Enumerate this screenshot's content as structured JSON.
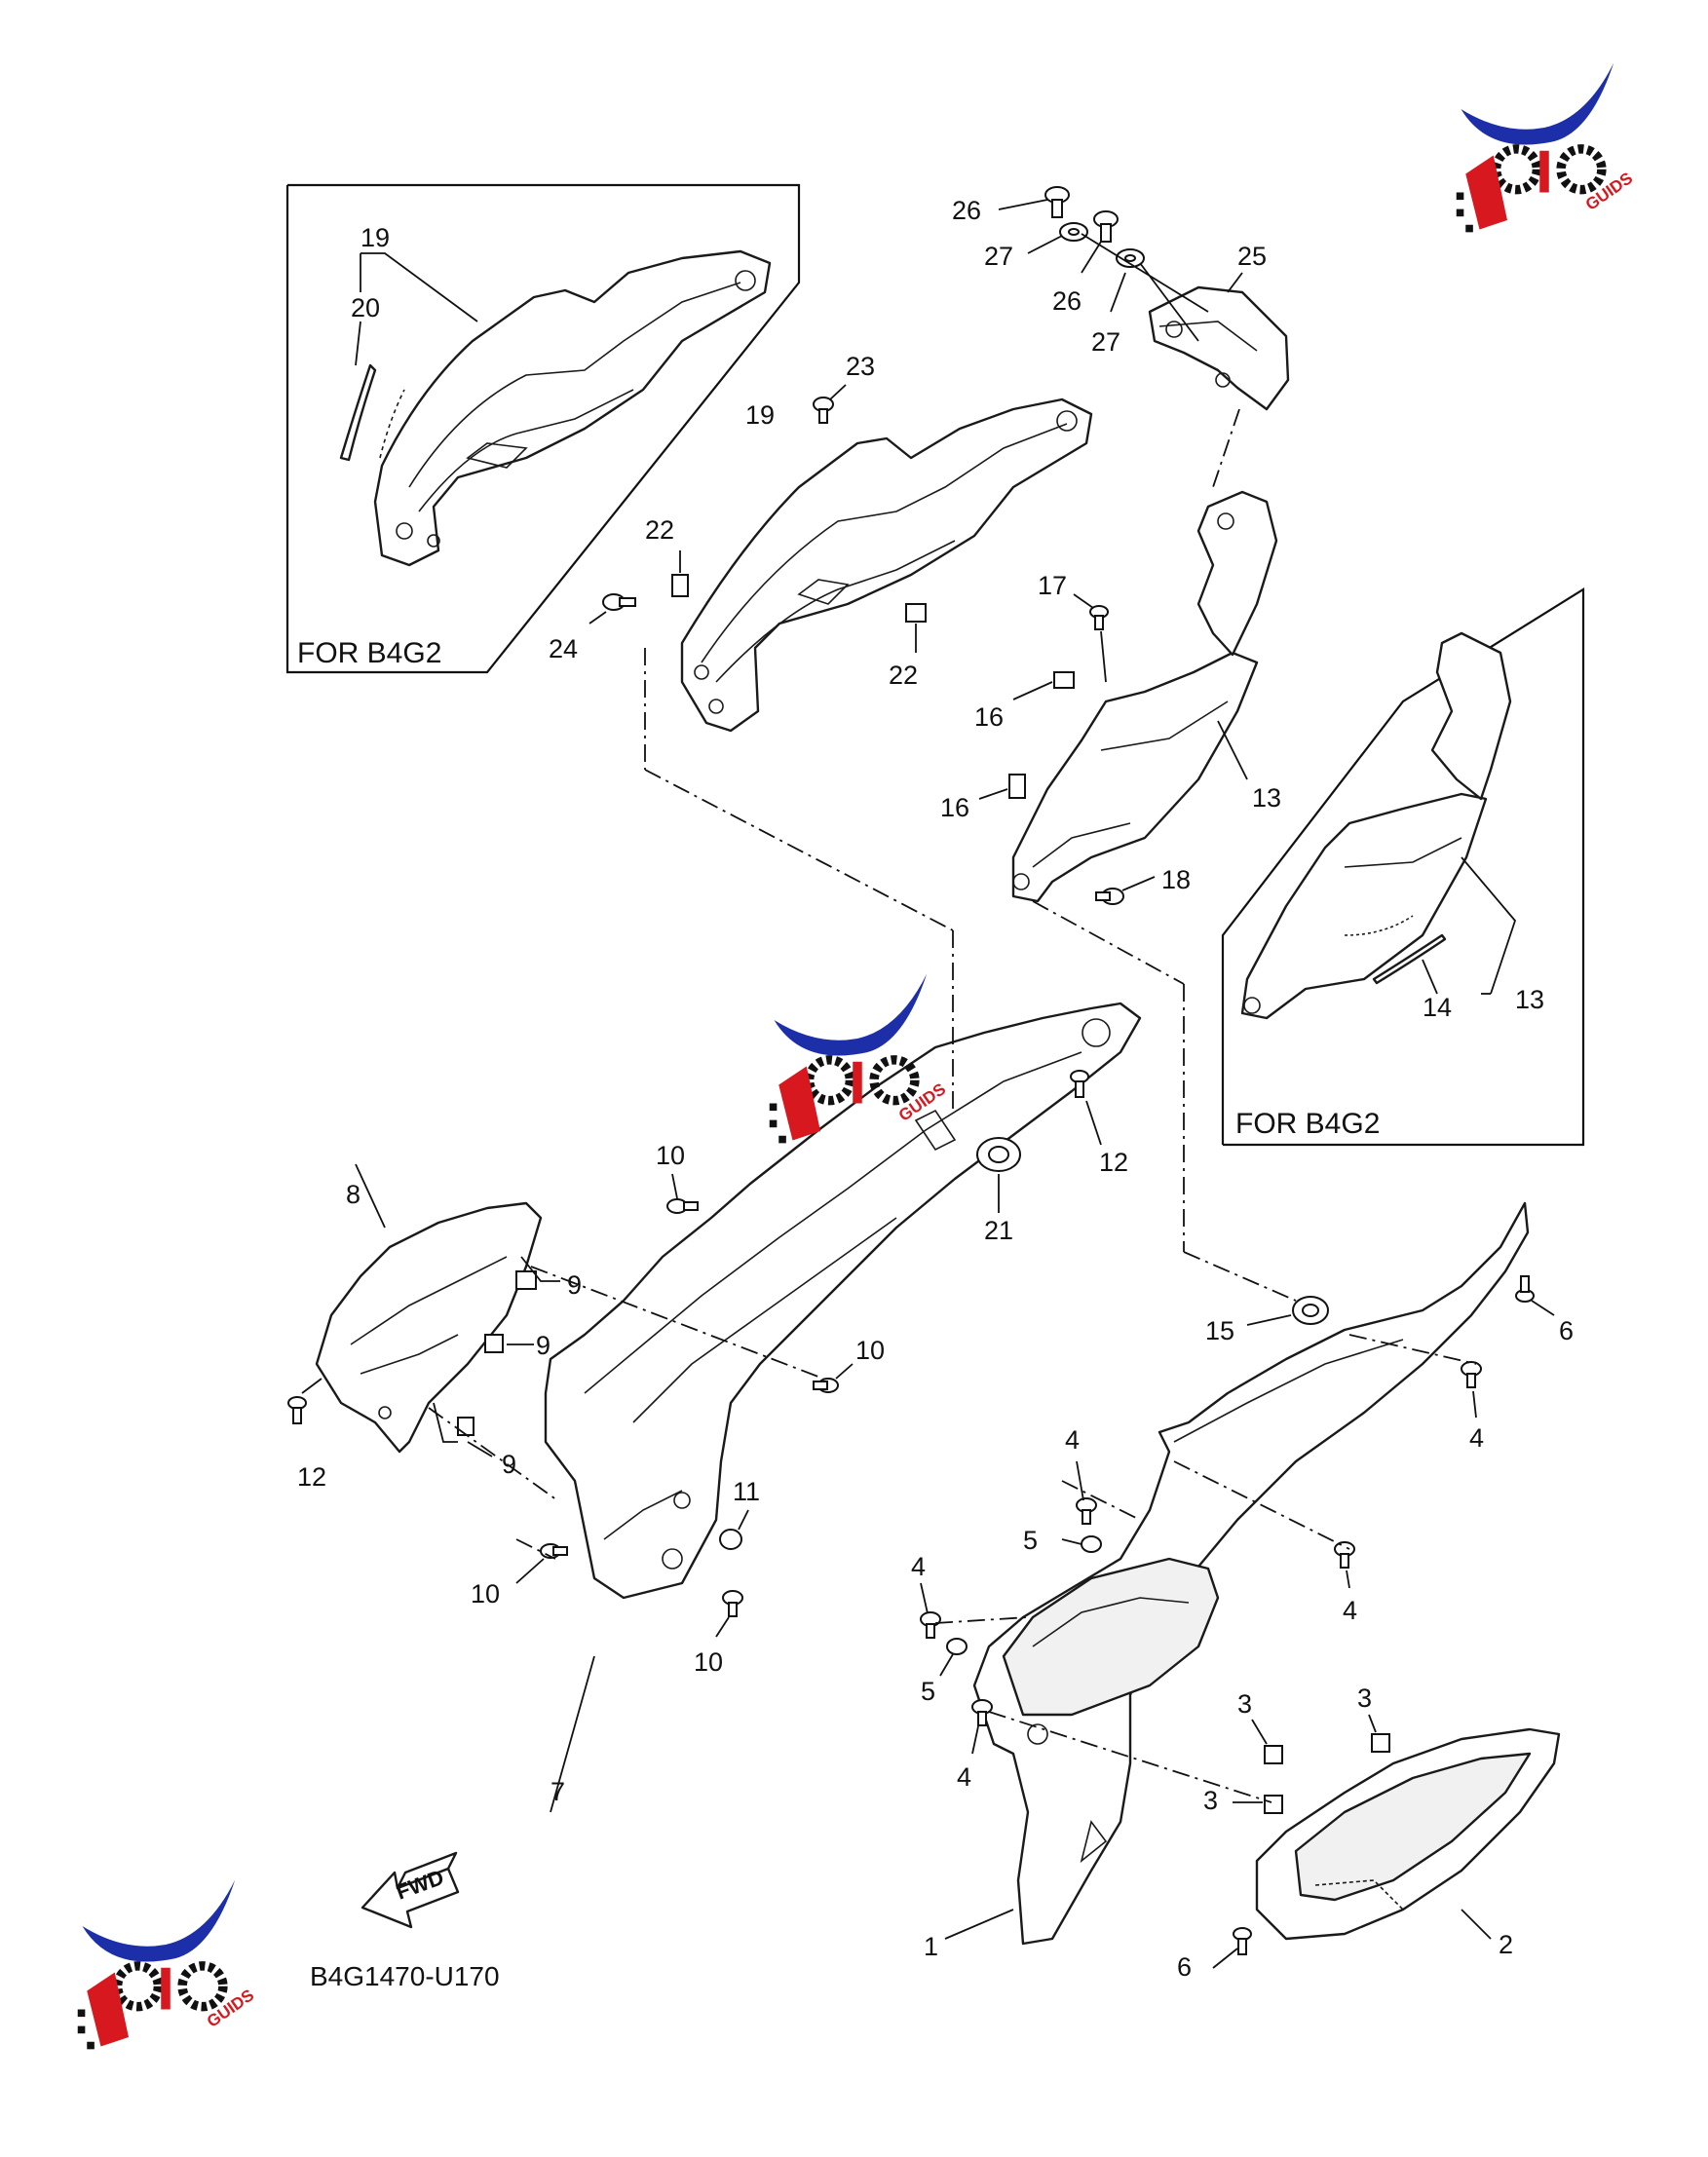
{
  "diagram": {
    "part_code": "B4G1470-U170",
    "fwd_label": "FWD",
    "inset_labels": [
      "FOR B4G2",
      "FOR B4G2"
    ],
    "watermark": {
      "brand_letters": "MOTO",
      "suffix": "GUIDS",
      "colors": {
        "swoosh": "#1d2fa8",
        "red": "#d7191f",
        "gear": "#111111"
      }
    },
    "callouts": [
      {
        "id": "c19a",
        "text": "19"
      },
      {
        "id": "c20",
        "text": "20"
      },
      {
        "id": "c19b",
        "text": "19"
      },
      {
        "id": "c23",
        "text": "23"
      },
      {
        "id": "c22a",
        "text": "22"
      },
      {
        "id": "c22b",
        "text": "22"
      },
      {
        "id": "c24",
        "text": "24"
      },
      {
        "id": "c26a",
        "text": "26"
      },
      {
        "id": "c27a",
        "text": "27"
      },
      {
        "id": "c26b",
        "text": "26"
      },
      {
        "id": "c27b",
        "text": "27"
      },
      {
        "id": "c25",
        "text": "25"
      },
      {
        "id": "c17",
        "text": "17"
      },
      {
        "id": "c16a",
        "text": "16"
      },
      {
        "id": "c16b",
        "text": "16"
      },
      {
        "id": "c13a",
        "text": "13"
      },
      {
        "id": "c18",
        "text": "18"
      },
      {
        "id": "c14",
        "text": "14"
      },
      {
        "id": "c13b",
        "text": "13"
      },
      {
        "id": "c12a",
        "text": "12"
      },
      {
        "id": "c10a",
        "text": "10"
      },
      {
        "id": "c21",
        "text": "21"
      },
      {
        "id": "c8",
        "text": "8"
      },
      {
        "id": "c9a",
        "text": "9"
      },
      {
        "id": "c9b",
        "text": "9"
      },
      {
        "id": "c9c",
        "text": "9"
      },
      {
        "id": "c12b",
        "text": "12"
      },
      {
        "id": "c10b",
        "text": "10"
      },
      {
        "id": "c15",
        "text": "15"
      },
      {
        "id": "c6a",
        "text": "6"
      },
      {
        "id": "c4a",
        "text": "4"
      },
      {
        "id": "c4b",
        "text": "4"
      },
      {
        "id": "c5a",
        "text": "5"
      },
      {
        "id": "c4c",
        "text": "4"
      },
      {
        "id": "c11",
        "text": "11"
      },
      {
        "id": "c10c",
        "text": "10"
      },
      {
        "id": "c10d",
        "text": "10"
      },
      {
        "id": "c4d",
        "text": "4"
      },
      {
        "id": "c5b",
        "text": "5"
      },
      {
        "id": "c4e",
        "text": "4"
      },
      {
        "id": "c7",
        "text": "7"
      },
      {
        "id": "c3a",
        "text": "3"
      },
      {
        "id": "c3b",
        "text": "3"
      },
      {
        "id": "c3c",
        "text": "3"
      },
      {
        "id": "c1",
        "text": "1"
      },
      {
        "id": "c2",
        "text": "2"
      },
      {
        "id": "c6b",
        "text": "6"
      }
    ]
  }
}
